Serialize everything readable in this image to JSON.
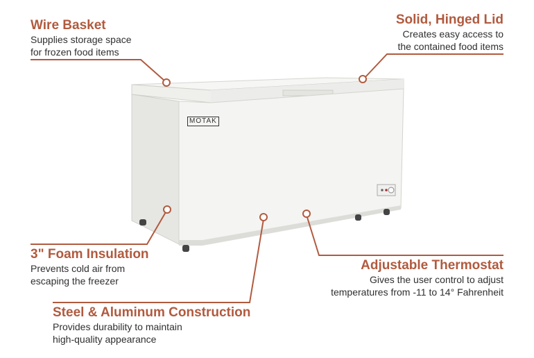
{
  "callouts": {
    "wire_basket": {
      "title": "Wire Basket",
      "lines": [
        "Supplies storage space",
        "for frozen food items"
      ]
    },
    "lid": {
      "title": "Solid, Hinged Lid",
      "lines": [
        "Creates easy access to",
        "the contained food items"
      ]
    },
    "foam": {
      "title": "3\" Foam Insulation",
      "lines": [
        "Prevents cold air from",
        "escaping the freezer"
      ]
    },
    "thermostat": {
      "title": "Adjustable Thermostat",
      "lines": [
        "Gives the user control to adjust",
        "temperatures from -11 to 14° Fahrenheit"
      ]
    },
    "construction": {
      "title": "Steel & Aluminum Construction",
      "lines": [
        "Provides durability to maintain",
        "high-quality appearance"
      ]
    }
  },
  "product": {
    "brand_label": "MOTAK"
  },
  "colors": {
    "accent": "#b15a3e",
    "text": "#2f2f2f",
    "freezer_body": "#f2f2f0",
    "freezer_shadow": "#dcdcd8"
  }
}
